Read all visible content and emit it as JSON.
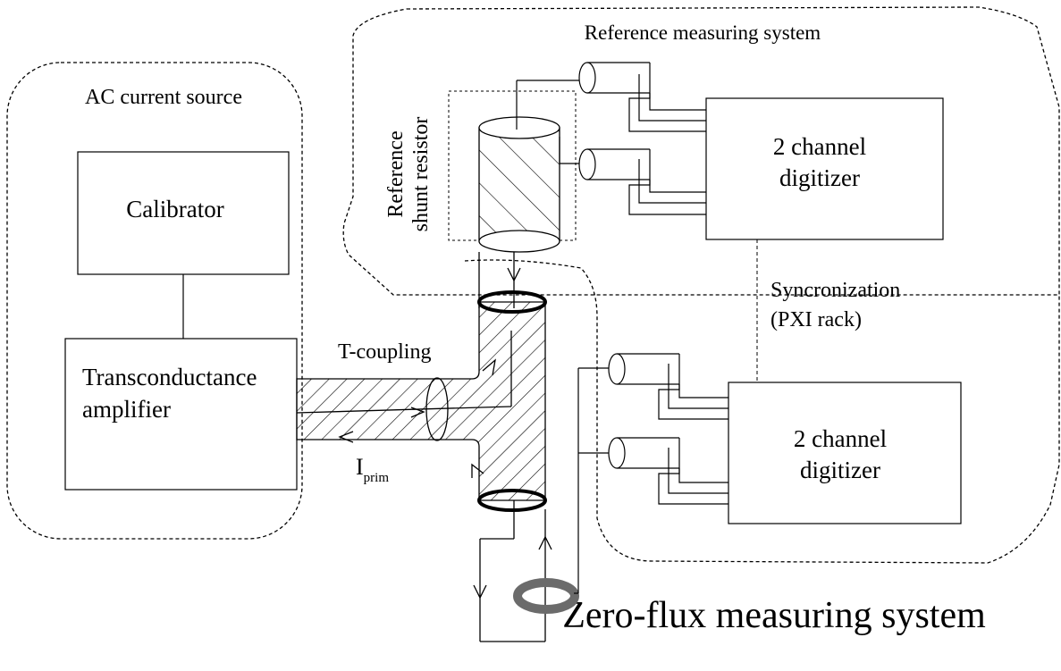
{
  "regions": {
    "ac_source": "AC current source",
    "reference_system": "Reference measuring system",
    "zero_flux_system": "Zero-flux measuring system"
  },
  "blocks": {
    "calibrator": "Calibrator",
    "transconductance_line1": "Transconductance",
    "transconductance_line2": "amplifier",
    "digitizer_top_line1": "2 channel",
    "digitizer_top_line2": "digitizer",
    "digitizer_bottom_line1": "2 channel",
    "digitizer_bottom_line2": "digitizer"
  },
  "labels": {
    "shunt_line1": "Reference",
    "shunt_line2": "shunt resistor",
    "t_coupling": "T-coupling",
    "sync_line1": "Syncronization",
    "sync_line2": "(PXI rack)",
    "iprim_main": "I",
    "iprim_sub": "prim"
  }
}
